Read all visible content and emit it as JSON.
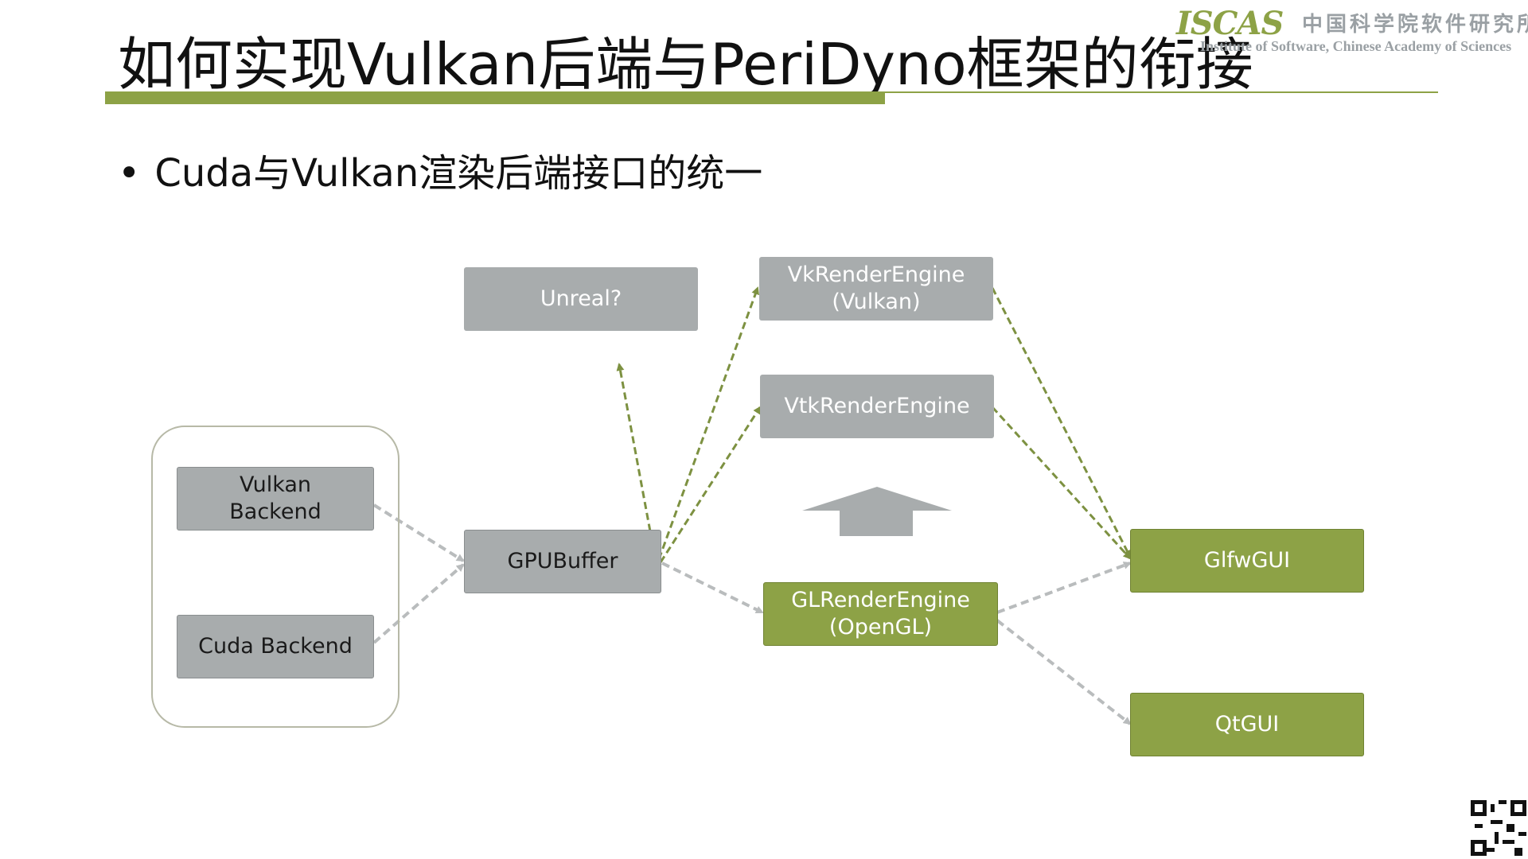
{
  "slide": {
    "title": "如何实现Vulkan后端与PeriDyno框架的衔接",
    "bullet": "Cuda与Vulkan渲染后端接口的统一"
  },
  "logo": {
    "mark": "ISCAS",
    "chinese": "中国科学院软件研究所",
    "english": "Institute of Software, Chinese Academy of Sciences"
  },
  "diagram": {
    "nodes": {
      "vulkan_backend": "Vulkan\nBackend",
      "cuda_backend": "Cuda Backend",
      "gpubuffer": "GPUBuffer",
      "unreal": "Unreal?",
      "vk_render_engine": "VkRenderEngine\n(Vulkan)",
      "vtk_render_engine": "VtkRenderEngine",
      "gl_render_engine": "GLRenderEngine\n(OpenGL)",
      "glfw_gui": "GlfwGUI",
      "qt_gui": "QtGUI"
    },
    "colors": {
      "gray_node": "#a8acad",
      "green_node": "#8da246",
      "gray_arrow": "#b9bcbd",
      "green_arrow": "#8da246",
      "up_arrow": "#a8acad"
    },
    "icons": {
      "up_arrow": "block-up-arrow-icon",
      "qr": "qr-code-icon"
    }
  }
}
